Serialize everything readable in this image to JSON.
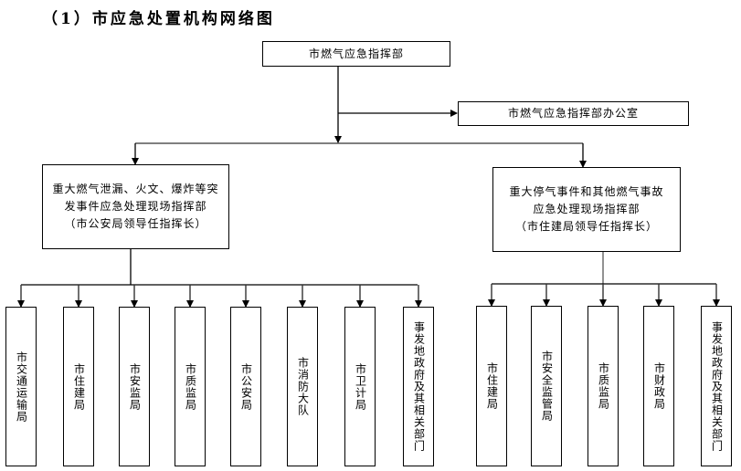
{
  "title": "（1）市应急处置机构网络图",
  "nodes": {
    "root": "市燃气应急指挥部",
    "office": "市燃气应急指挥部办公室",
    "left_hq": {
      "line1": "重大燃气泄漏、火文、爆炸等突",
      "line2": "发事件应急处理现场指挥部",
      "line3": "（市公安局领导任指挥长）"
    },
    "right_hq": {
      "line1": "重大停气事件和其他燃气事故",
      "line2": "应急处理现场指挥部",
      "line3": "（市住建局领导任指挥长）"
    },
    "left_units": [
      "市交通运输局",
      "市住建局",
      "市安监局",
      "市质监局",
      "市公安局",
      "市消防大队",
      "市卫计局",
      "事发地政府及其相关部门"
    ],
    "right_units": [
      "市住建局",
      "市安全监管局",
      "市质监局",
      "市财政局",
      "事发地政府及其相关部门"
    ]
  },
  "edges": [
    [
      "root",
      "office"
    ],
    [
      "root",
      "left_hq"
    ],
    [
      "root",
      "right_hq"
    ],
    [
      "left_hq",
      "left_units"
    ],
    [
      "right_hq",
      "right_units"
    ]
  ]
}
